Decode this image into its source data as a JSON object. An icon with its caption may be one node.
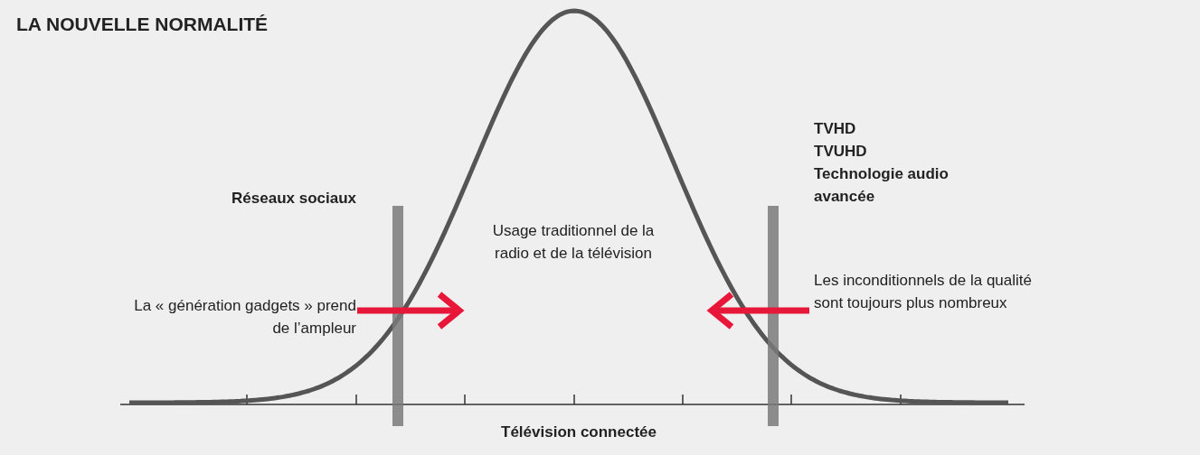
{
  "diagram": {
    "title": "LA NOUVELLE NORMALITÉ",
    "labels": [
      "Réseaux sociaux",
      "TVHD",
      "TVUHD",
      "Technologie audio avancée",
      "Usage traditionnel de la radio et de la télévision",
      "La « génération gadgets » prend de l’ampleur",
      "Les inconditionnels de la qualité sont toujours plus nombreux",
      "Télévision connectée"
    ]
  }
}
